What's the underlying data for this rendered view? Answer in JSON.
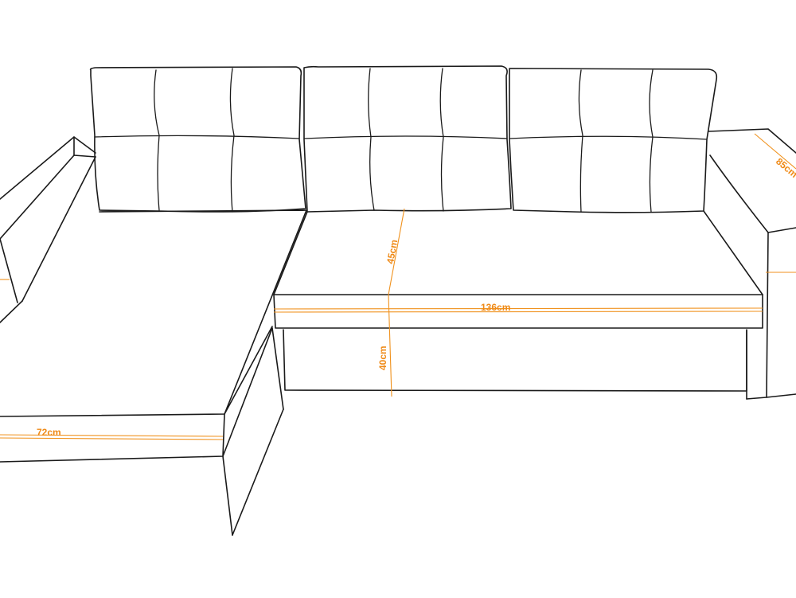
{
  "dimensions": {
    "seat_width": "136cm",
    "seat_height": "40cm",
    "backrest_height": "45cm",
    "chaise_width": "72cm",
    "depth": "85cm"
  },
  "colors": {
    "line": "#1a1a1a",
    "dimension": "#ef8a17"
  }
}
